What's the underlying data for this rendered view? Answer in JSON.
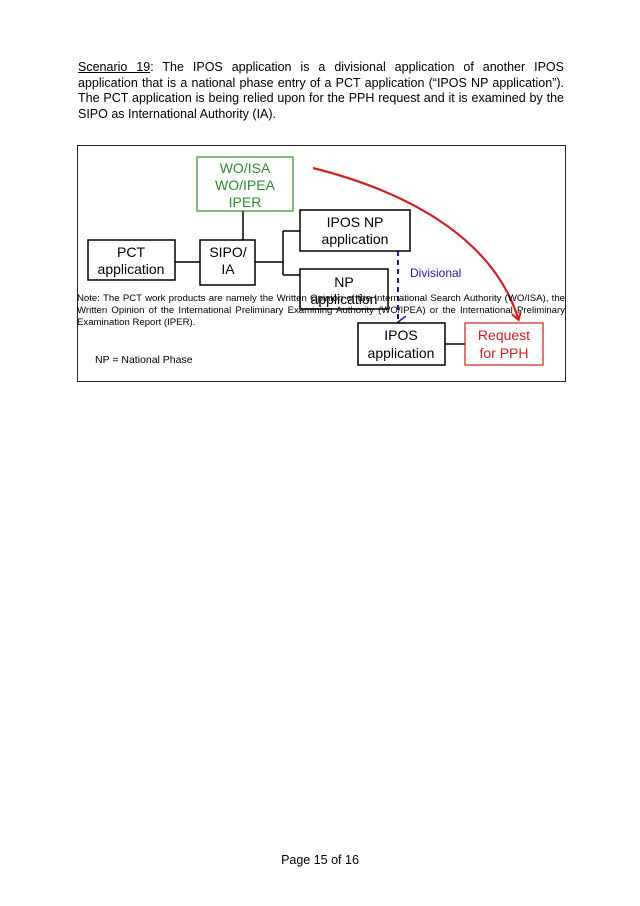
{
  "scenario": {
    "heading": "Scenario 19",
    "text": ": The IPOS application is a divisional application of another IPOS application that is a national phase entry of a PCT application (“IPOS NP application”). The PCT application is being relied upon for the PPH request and it is examined by the SIPO as International Authority (IA)."
  },
  "diagram": {
    "wo_box": [
      "WO/ISA",
      "WO/IPEA",
      "IPER"
    ],
    "pct_box": [
      "PCT",
      "application"
    ],
    "sipo_box": [
      "SIPO/",
      "IA"
    ],
    "ipos_np_box": [
      "IPOS NP",
      "application"
    ],
    "np_box": [
      "NP",
      "application"
    ],
    "ipos_box": [
      "IPOS",
      "application"
    ],
    "request_box": [
      "Request",
      "for PPH"
    ],
    "divisional_label": "Divisional",
    "colors": {
      "green": "#2e8b2e",
      "red": "#cc2222",
      "blue": "#1a1aa0"
    }
  },
  "note": "Note: The PCT work products are namely the Written Opinion of the International Search Authority (WO/ISA), the Written Opinion of the International Preliminary Examining Authority (WO/IPEA) or the International Preliminary Examination Report (IPER).",
  "np_note": "NP = National Phase",
  "footer": "Page 15 of 16"
}
